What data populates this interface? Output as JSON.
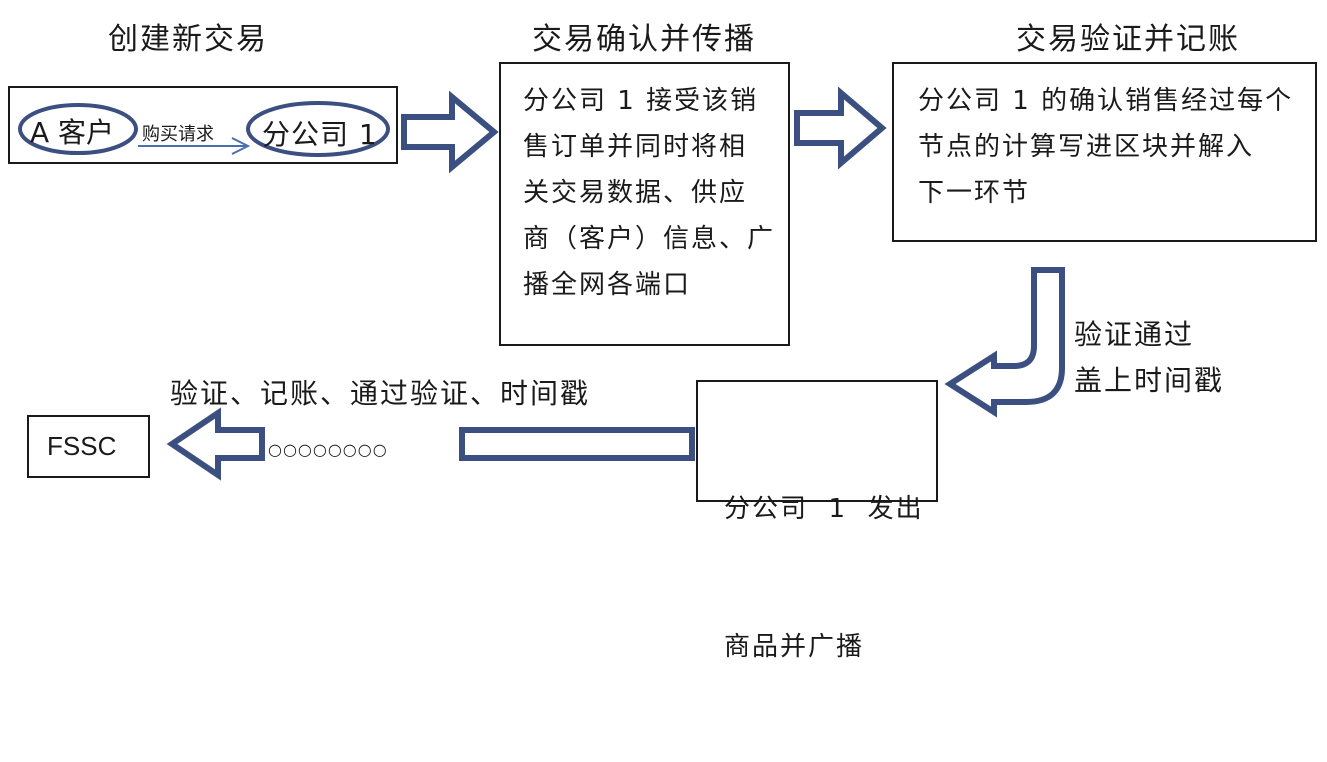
{
  "stages": {
    "create": "创建新交易",
    "confirm": "交易确认并传播",
    "verify": "交易验证并记账"
  },
  "create_box": {
    "customer": "A 客户",
    "request": "购买请求",
    "branch": "分公司 1"
  },
  "confirm_box": {
    "lines": [
      "分公司 1 接受该销",
      "售订单并同时将相",
      "关交易数据、供应",
      "商（客户）信息、广",
      "播全网各端口"
    ]
  },
  "verify_box": {
    "lines": [
      "分公司 1 的确认销售经过每个",
      "节点的计算写进区块并解入",
      "下一环节"
    ]
  },
  "pass_label": {
    "lines": [
      "验证通过",
      "盖上时间戳"
    ]
  },
  "ship_box": {
    "lines": [
      "分公司  1  发出",
      "商品并广播"
    ]
  },
  "bottom_label": "验证、记账、通过验证、时间戳",
  "dots": "○○○○○○○○",
  "fssc": "FSSC",
  "colors": {
    "arrow_outline": "#3b4f80",
    "ellipse": "#3b4f80",
    "thin_arrow": "#4a6fb0"
  }
}
